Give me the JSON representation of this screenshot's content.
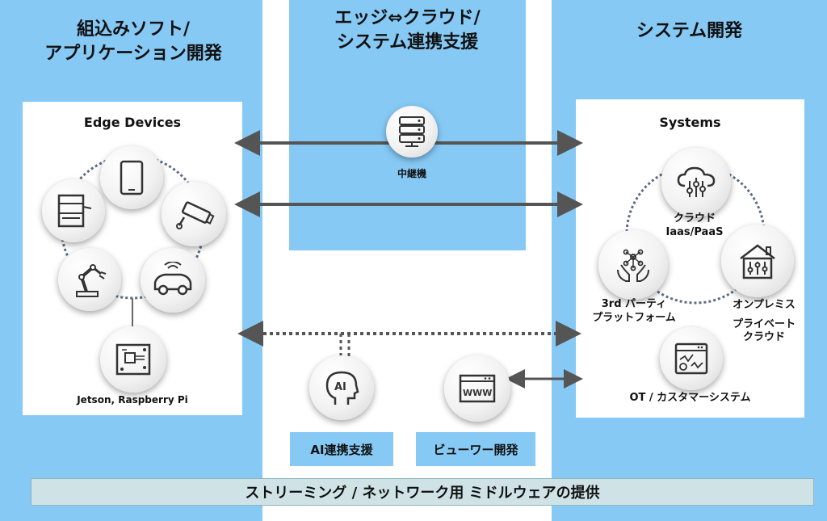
{
  "columns": {
    "left_heading_line1": "組込みソフト/",
    "left_heading_line2": "アプリケーション開発",
    "mid_heading_line1": "エッジ⇔クラウド/",
    "mid_heading_line2": "システム連携支援",
    "right_heading": "システム開発"
  },
  "edge_panel": {
    "title": "Edge Devices",
    "bottom_label": "Jetson, Raspberry Pi",
    "device_icons": [
      "tablet-icon",
      "security-camera-icon",
      "connected-car-icon",
      "robot-arm-icon",
      "printer-icon",
      "circuit-board-icon"
    ]
  },
  "relay": {
    "label": "中継機",
    "icon": "server-icon"
  },
  "systems_panel": {
    "title": "Systems",
    "cloud_label_line1": "クラウド",
    "cloud_label_line2": "Iaas/PaaS",
    "onprem_label_line1": "オンプレミス",
    "onprem_label_line2": "プライベート",
    "onprem_label_line3": "クラウド",
    "thirdparty_label_line1": "3rd パーティ",
    "thirdparty_label_line2": "プラットフォーム",
    "ot_label": "OT / カスタマーシステム"
  },
  "ai_support": {
    "label": "AI連携支援",
    "icon": "ai-head-icon",
    "badge": "AI"
  },
  "viewer": {
    "label": "ビューワー開発",
    "icon": "browser-www-icon",
    "badge": "WWW"
  },
  "banner": "ストリーミング / ネットワーク用  ミドルウェアの提供",
  "colors": {
    "column_blue": "#86c9f5",
    "arrow_gray": "#555555",
    "banner_bg": "#cfe3e6"
  }
}
